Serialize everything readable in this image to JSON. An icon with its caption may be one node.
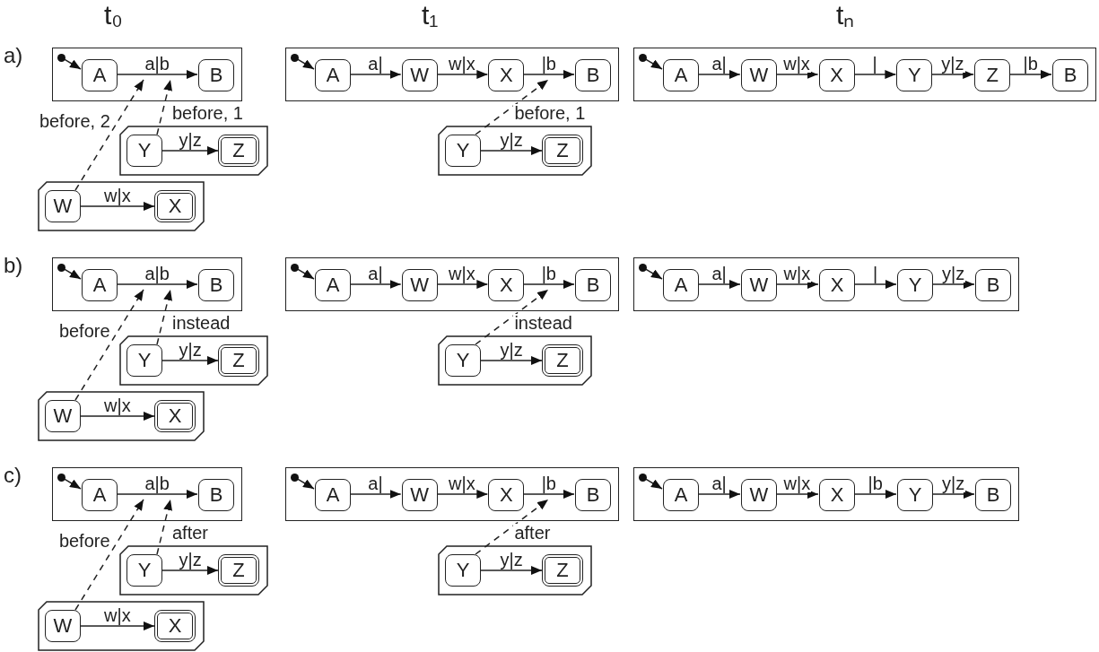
{
  "diagram": {
    "nodes": [
      {
        "text": [],
        "shape": "box"
      },
      {
        "text": [],
        "shape": "circle",
        "in": 0
      },
      {
        "text": [
          "A"
        ],
        "in": 0
      },
      {
        "text": [
          "B"
        ],
        "in": 0
      },
      {
        "text": [],
        "shape": "box"
      },
      {
        "text": [
          "Y"
        ],
        "in": 4
      },
      {
        "text": [
          "Z"
        ],
        "in": 4
      },
      {
        "text": [],
        "shape": "box"
      },
      {
        "text": [
          "W"
        ],
        "in": 7
      },
      {
        "text": [
          "X"
        ],
        "in": 7
      },
      {
        "text": [],
        "shape": "box"
      },
      {
        "text": [],
        "shape": "circle",
        "in": 10
      },
      {
        "text": [
          "A"
        ],
        "in": 10
      },
      {
        "text": [
          "W"
        ],
        "in": 10
      },
      {
        "text": [
          "X"
        ],
        "in": 10
      },
      {
        "text": [
          "B"
        ],
        "in": 10
      },
      {
        "text": [],
        "shape": "box"
      },
      {
        "text": [
          "Y"
        ],
        "in": 16
      },
      {
        "text": [
          "Z"
        ],
        "in": 16
      },
      {
        "text": [],
        "shape": "box"
      },
      {
        "text": [],
        "shape": "circle",
        "in": 19
      },
      {
        "text": [
          "A"
        ],
        "in": 19
      },
      {
        "text": [
          "W"
        ],
        "in": 19
      },
      {
        "text": [
          "X"
        ],
        "in": 19
      },
      {
        "text": [
          "Y"
        ],
        "in": 19
      },
      {
        "text": [
          "Z"
        ],
        "in": 19
      },
      {
        "text": [
          "B"
        ],
        "in": 19
      },
      {
        "text": [],
        "shape": "box"
      },
      {
        "text": [],
        "shape": "circle",
        "in": 27
      },
      {
        "text": [
          "A"
        ],
        "in": 27
      },
      {
        "text": [
          "B"
        ],
        "in": 27
      },
      {
        "text": [],
        "shape": "box"
      },
      {
        "text": [
          "Y"
        ],
        "in": 31
      },
      {
        "text": [
          "Z"
        ],
        "in": 31
      },
      {
        "text": [],
        "shape": "box"
      },
      {
        "text": [
          "W"
        ],
        "in": 34
      },
      {
        "text": [
          "X"
        ],
        "in": 34
      },
      {
        "text": [],
        "shape": "box"
      },
      {
        "text": [],
        "shape": "circle",
        "in": 37
      },
      {
        "text": [
          "A"
        ],
        "in": 37
      },
      {
        "text": [
          "W"
        ],
        "in": 37
      },
      {
        "text": [
          "X"
        ],
        "in": 37
      },
      {
        "text": [
          "B"
        ],
        "in": 37
      },
      {
        "text": [],
        "shape": "box"
      },
      {
        "text": [
          "Y"
        ],
        "in": 43
      },
      {
        "text": [
          "Z"
        ],
        "in": 43
      },
      {
        "text": [],
        "shape": "box"
      },
      {
        "text": [],
        "shape": "circle",
        "in": 46
      },
      {
        "text": [
          "A"
        ],
        "in": 46
      },
      {
        "text": [
          "W"
        ],
        "in": 46
      },
      {
        "text": [
          "X"
        ],
        "in": 46
      },
      {
        "text": [
          "Y"
        ],
        "in": 46
      },
      {
        "text": [
          "B"
        ],
        "in": 46
      },
      {
        "text": [],
        "shape": "box"
      },
      {
        "text": [],
        "shape": "circle",
        "in": 53
      },
      {
        "text": [
          "A"
        ],
        "in": 53
      },
      {
        "text": [
          "B"
        ],
        "in": 53
      },
      {
        "text": [],
        "shape": "box"
      },
      {
        "text": [
          "Y"
        ],
        "in": 57
      },
      {
        "text": [
          "Z"
        ],
        "in": 57
      },
      {
        "text": [],
        "shape": "box"
      },
      {
        "text": [
          "W"
        ],
        "in": 60
      },
      {
        "text": [
          "X"
        ],
        "in": 60
      },
      {
        "text": [],
        "shape": "box"
      },
      {
        "text": [],
        "shape": "circle",
        "in": 63
      },
      {
        "text": [
          "A"
        ],
        "in": 63
      },
      {
        "text": [
          "W"
        ],
        "in": 63
      },
      {
        "text": [
          "X"
        ],
        "in": 63
      },
      {
        "text": [
          "B"
        ],
        "in": 63
      },
      {
        "text": [],
        "shape": "box"
      },
      {
        "text": [
          "Y"
        ],
        "in": 69
      },
      {
        "text": [
          "Z"
        ],
        "in": 69
      },
      {
        "text": [],
        "shape": "box"
      },
      {
        "text": [],
        "shape": "circle",
        "in": 72
      },
      {
        "text": [
          "A"
        ],
        "in": 72
      },
      {
        "text": [
          "W"
        ],
        "in": 72
      },
      {
        "text": [
          "X"
        ],
        "in": 72
      },
      {
        "text": [
          "Y"
        ],
        "in": 72
      },
      {
        "text": [
          "B"
        ],
        "in": 72
      }
    ],
    "edges": [
      {
        "from": 1,
        "to": 2,
        "arrow": "to"
      },
      {
        "from": 2,
        "to": 3,
        "arrow": "to",
        "label": "a|b"
      },
      {
        "from": 5,
        "to": 6,
        "arrow": "to",
        "label": "y|z"
      },
      {
        "from": 8,
        "to": 9,
        "arrow": "to",
        "label": "w|x"
      },
      {
        "from": 8,
        "to": 0,
        "arrow": "to",
        "label": "before, 2",
        "style": "dashed"
      },
      {
        "from": 5,
        "to": 0,
        "arrow": "to",
        "label": "before, 1",
        "style": "dashed"
      },
      {
        "from": 11,
        "to": 12,
        "arrow": "to"
      },
      {
        "from": 12,
        "to": 13,
        "arrow": "to",
        "label": "a|"
      },
      {
        "from": 13,
        "to": 14,
        "arrow": "to",
        "label": "w|x"
      },
      {
        "from": 14,
        "to": 15,
        "arrow": "to",
        "label": "|b"
      },
      {
        "from": 17,
        "to": 18,
        "arrow": "to",
        "label": "y|z"
      },
      {
        "from": 17,
        "to": 10,
        "arrow": "to",
        "label": "before, 1",
        "style": "dashed"
      },
      {
        "from": 20,
        "to": 21,
        "arrow": "to"
      },
      {
        "from": 21,
        "to": 22,
        "arrow": "to",
        "label": "a|"
      },
      {
        "from": 22,
        "to": 23,
        "arrow": "to",
        "label": "w|x"
      },
      {
        "from": 23,
        "to": 24,
        "arrow": "to",
        "label": "|"
      },
      {
        "from": 24,
        "to": 25,
        "arrow": "to",
        "label": "y|z"
      },
      {
        "from": 25,
        "to": 26,
        "arrow": "to",
        "label": "|b"
      },
      {
        "from": 28,
        "to": 29,
        "arrow": "to"
      },
      {
        "from": 29,
        "to": 30,
        "arrow": "to",
        "label": "a|b"
      },
      {
        "from": 32,
        "to": 33,
        "arrow": "to",
        "label": "y|z"
      },
      {
        "from": 35,
        "to": 36,
        "arrow": "to",
        "label": "w|x"
      },
      {
        "from": 35,
        "to": 27,
        "arrow": "to",
        "label": "before",
        "style": "dashed"
      },
      {
        "from": 32,
        "to": 27,
        "arrow": "to",
        "label": "instead",
        "style": "dashed"
      },
      {
        "from": 38,
        "to": 39,
        "arrow": "to"
      },
      {
        "from": 39,
        "to": 40,
        "arrow": "to",
        "label": "a|"
      },
      {
        "from": 40,
        "to": 41,
        "arrow": "to",
        "label": "w|x"
      },
      {
        "from": 41,
        "to": 42,
        "arrow": "to",
        "label": "|b"
      },
      {
        "from": 44,
        "to": 45,
        "arrow": "to",
        "label": "y|z"
      },
      {
        "from": 44,
        "to": 37,
        "arrow": "to",
        "label": "instead",
        "style": "dashed"
      },
      {
        "from": 47,
        "to": 48,
        "arrow": "to"
      },
      {
        "from": 48,
        "to": 49,
        "arrow": "to",
        "label": "a|"
      },
      {
        "from": 49,
        "to": 50,
        "arrow": "to",
        "label": "w|x"
      },
      {
        "from": 50,
        "to": 51,
        "arrow": "to",
        "label": "|"
      },
      {
        "from": 51,
        "to": 52,
        "arrow": "to",
        "label": "y|z"
      },
      {
        "from": 54,
        "to": 55,
        "arrow": "to"
      },
      {
        "from": 55,
        "to": 56,
        "arrow": "to",
        "label": "a|b"
      },
      {
        "from": 58,
        "to": 59,
        "arrow": "to",
        "label": "y|z"
      },
      {
        "from": 61,
        "to": 62,
        "arrow": "to",
        "label": "w|x"
      },
      {
        "from": 61,
        "to": 53,
        "arrow": "to",
        "label": "before",
        "style": "dashed"
      },
      {
        "from": 58,
        "to": 53,
        "arrow": "to",
        "label": "after",
        "style": "dashed"
      },
      {
        "from": 64,
        "to": 65,
        "arrow": "to"
      },
      {
        "from": 65,
        "to": 66,
        "arrow": "to",
        "label": "a|"
      },
      {
        "from": 66,
        "to": 67,
        "arrow": "to",
        "label": "w|x"
      },
      {
        "from": 67,
        "to": 68,
        "arrow": "to",
        "label": "|b"
      },
      {
        "from": 70,
        "to": 71,
        "arrow": "to",
        "label": "y|z"
      },
      {
        "from": 70,
        "to": 63,
        "arrow": "to",
        "label": "after",
        "style": "dashed"
      },
      {
        "from": 73,
        "to": 74,
        "arrow": "to"
      },
      {
        "from": 74,
        "to": 75,
        "arrow": "to",
        "label": "a|"
      },
      {
        "from": 75,
        "to": 76,
        "arrow": "to",
        "label": "w|x"
      },
      {
        "from": 76,
        "to": 77,
        "arrow": "to",
        "label": "|b"
      },
      {
        "from": 77,
        "to": 78,
        "arrow": "to",
        "label": "y|z"
      }
    ],
    "labels": [
      "t₀",
      "t₁",
      "tₙ",
      "a)",
      "b)",
      "c)"
    ]
  }
}
